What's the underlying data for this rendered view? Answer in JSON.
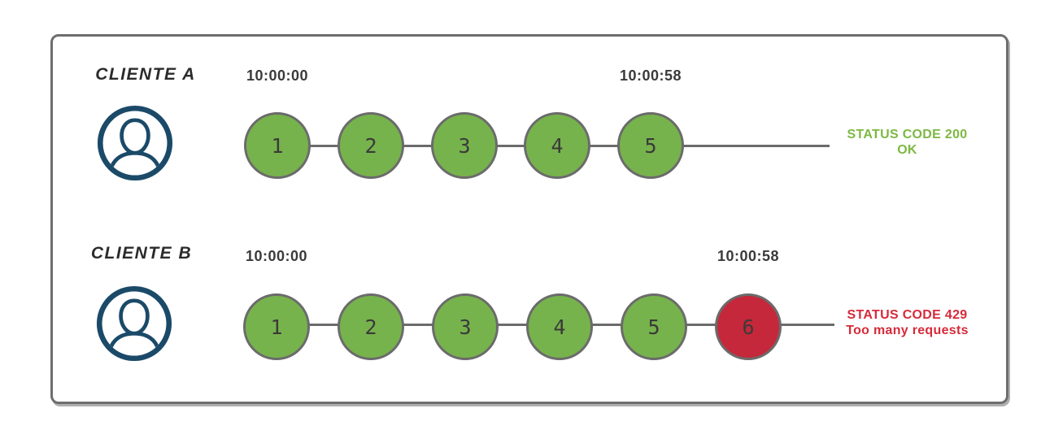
{
  "colors": {
    "request_ok": "#77b34c",
    "request_blocked": "#c5283a",
    "circle_border": "#6b6b6b",
    "line": "#6b6b6b",
    "frame_border": "#6e6e6e",
    "avatar": "#1b4a68",
    "status_ok_text": "#7db843",
    "status_error_text": "#d62b3a",
    "timestamp_text": "#3a3a3a",
    "client_label_text": "#2b2b2b"
  },
  "rows": [
    {
      "client_label": "CLIENTE A",
      "start_time": "10:00:00",
      "end_time": "10:00:58",
      "requests": [
        {
          "label": "1",
          "status": "ok"
        },
        {
          "label": "2",
          "status": "ok"
        },
        {
          "label": "3",
          "status": "ok"
        },
        {
          "label": "4",
          "status": "ok"
        },
        {
          "label": "5",
          "status": "ok"
        }
      ],
      "status_line1": "STATUS CODE 200",
      "status_line2": "OK",
      "status_type": "success"
    },
    {
      "client_label": "CLIENTE B",
      "start_time": "10:00:00",
      "end_time": "10:00:58",
      "requests": [
        {
          "label": "1",
          "status": "ok"
        },
        {
          "label": "2",
          "status": "ok"
        },
        {
          "label": "3",
          "status": "ok"
        },
        {
          "label": "4",
          "status": "ok"
        },
        {
          "label": "5",
          "status": "ok"
        },
        {
          "label": "6",
          "status": "blocked"
        }
      ],
      "status_line1": "STATUS CODE 429",
      "status_line2": "Too many requests",
      "status_type": "error"
    }
  ]
}
